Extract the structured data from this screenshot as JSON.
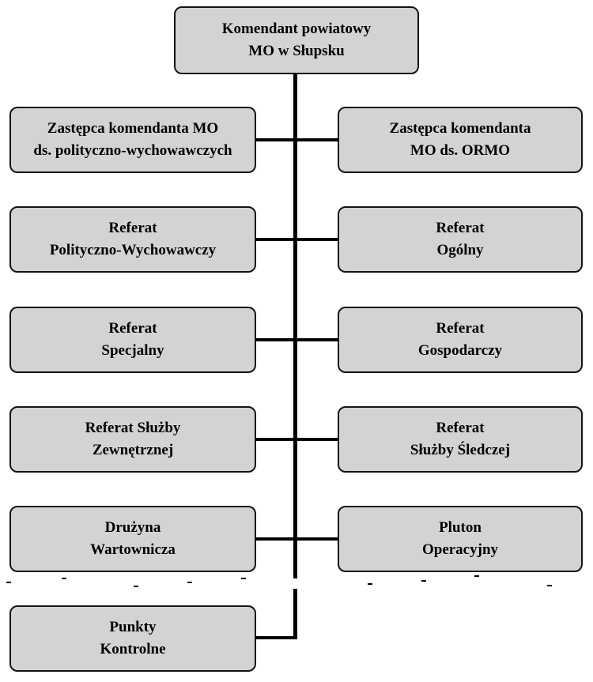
{
  "chart_data": {
    "type": "org-chart",
    "top": {
      "line1": "Komendant powiatowy",
      "line2": "MO w Słupsku"
    },
    "rows": [
      {
        "left": {
          "line1": "Zastępca komendanta MO",
          "line2": "ds. polityczno-wychowawczych"
        },
        "right": {
          "line1": "Zastępca komendanta",
          "line2": "MO ds. ORMO"
        }
      },
      {
        "left": {
          "line1": "Referat",
          "line2": "Polityczno-Wychowawczy"
        },
        "right": {
          "line1": "Referat",
          "line2": "Ogólny"
        }
      },
      {
        "left": {
          "line1": "Referat",
          "line2": "Specjalny"
        },
        "right": {
          "line1": "Referat",
          "line2": "Gospodarczy"
        }
      },
      {
        "left": {
          "line1": "Referat Służby",
          "line2": "Zewnętrznej"
        },
        "right": {
          "line1": "Referat",
          "line2": "Służby Śledczej"
        }
      },
      {
        "left": {
          "line1": "Drużyna",
          "line2": "Wartownicza"
        },
        "right": {
          "line1": "Pluton",
          "line2": "Operacyjny"
        }
      }
    ],
    "bottom": {
      "line1": "Punkty",
      "line2": "Kontrolne"
    }
  },
  "colors": {
    "box_fill": "#d3d3d3",
    "box_border": "#141414",
    "connector": "#000000",
    "background": "#ffffff"
  }
}
